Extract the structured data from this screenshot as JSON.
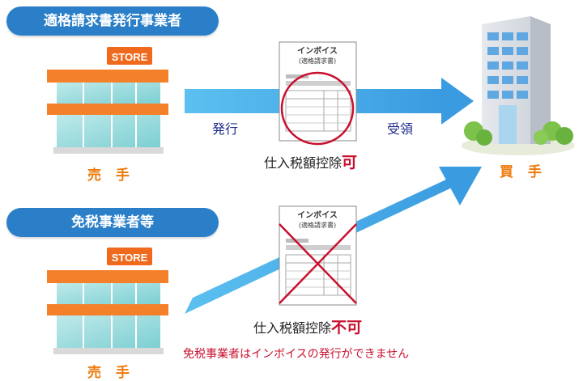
{
  "section1": {
    "title": "適格請求書発行事業者",
    "arrow_issue": "発行",
    "arrow_receive": "受領",
    "deduction_text": "仕入税額控除",
    "deduction_mark": "可"
  },
  "section2": {
    "title": "免税事業者等",
    "deduction_text": "仕入税額控除",
    "deduction_mark": "不可",
    "note": "免税事業者はインボイスの発行ができません"
  },
  "seller_label": "売 手",
  "buyer_label": "買 手",
  "store_sign": "STORE",
  "invoice": {
    "title": "インボイス",
    "subtitle": "(適格請求書)"
  },
  "colors": {
    "pill": "#2a7fc8",
    "arrow": "#4aaee8",
    "accent_red": "#c8102e",
    "orange": "#ee7a0a"
  }
}
